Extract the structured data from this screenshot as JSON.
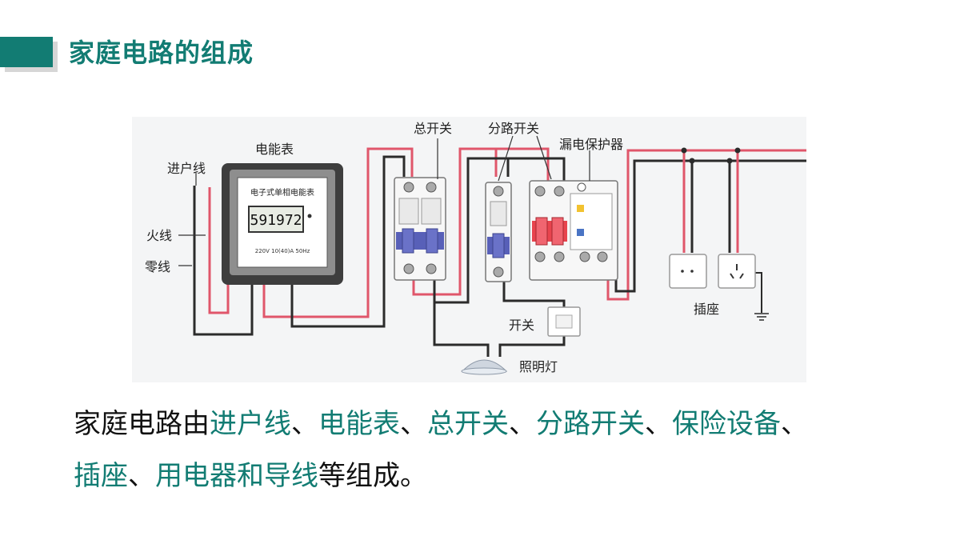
{
  "slide": {
    "title": "家庭电路的组成"
  },
  "diagram": {
    "labels": {
      "incoming_line": "进户线",
      "meter": "电能表",
      "live_wire": "火线",
      "neutral_wire": "零线",
      "main_switch": "总开关",
      "branch_switch": "分路开关",
      "leakage_protector": "漏电保护器",
      "switch": "开关",
      "socket": "插座",
      "lamp": "照明灯"
    },
    "meter": {
      "name": "电子式单相电能表",
      "reading": "591972",
      "spec": "220V  10(40)A  50Hz"
    },
    "colors": {
      "live": "#e0566b",
      "neutral": "#2b2b2b",
      "breaker_handle": "#5860b8",
      "protector_handle": "#e8444e"
    }
  },
  "body": {
    "line1": [
      {
        "text": "家庭电路由",
        "hl": false
      },
      {
        "text": "进户线",
        "hl": true
      },
      {
        "text": "、",
        "hl": false
      },
      {
        "text": "电能表",
        "hl": true
      },
      {
        "text": "、",
        "hl": false
      },
      {
        "text": "总开关",
        "hl": true
      },
      {
        "text": "、",
        "hl": false
      },
      {
        "text": "分路开关",
        "hl": true
      },
      {
        "text": "、",
        "hl": false
      },
      {
        "text": "保险设备",
        "hl": true
      },
      {
        "text": "、",
        "hl": false
      }
    ],
    "line2": [
      {
        "text": "插座",
        "hl": true
      },
      {
        "text": "、",
        "hl": false
      },
      {
        "text": "用电器和导线",
        "hl": true
      },
      {
        "text": "等组成。",
        "hl": false
      }
    ]
  }
}
